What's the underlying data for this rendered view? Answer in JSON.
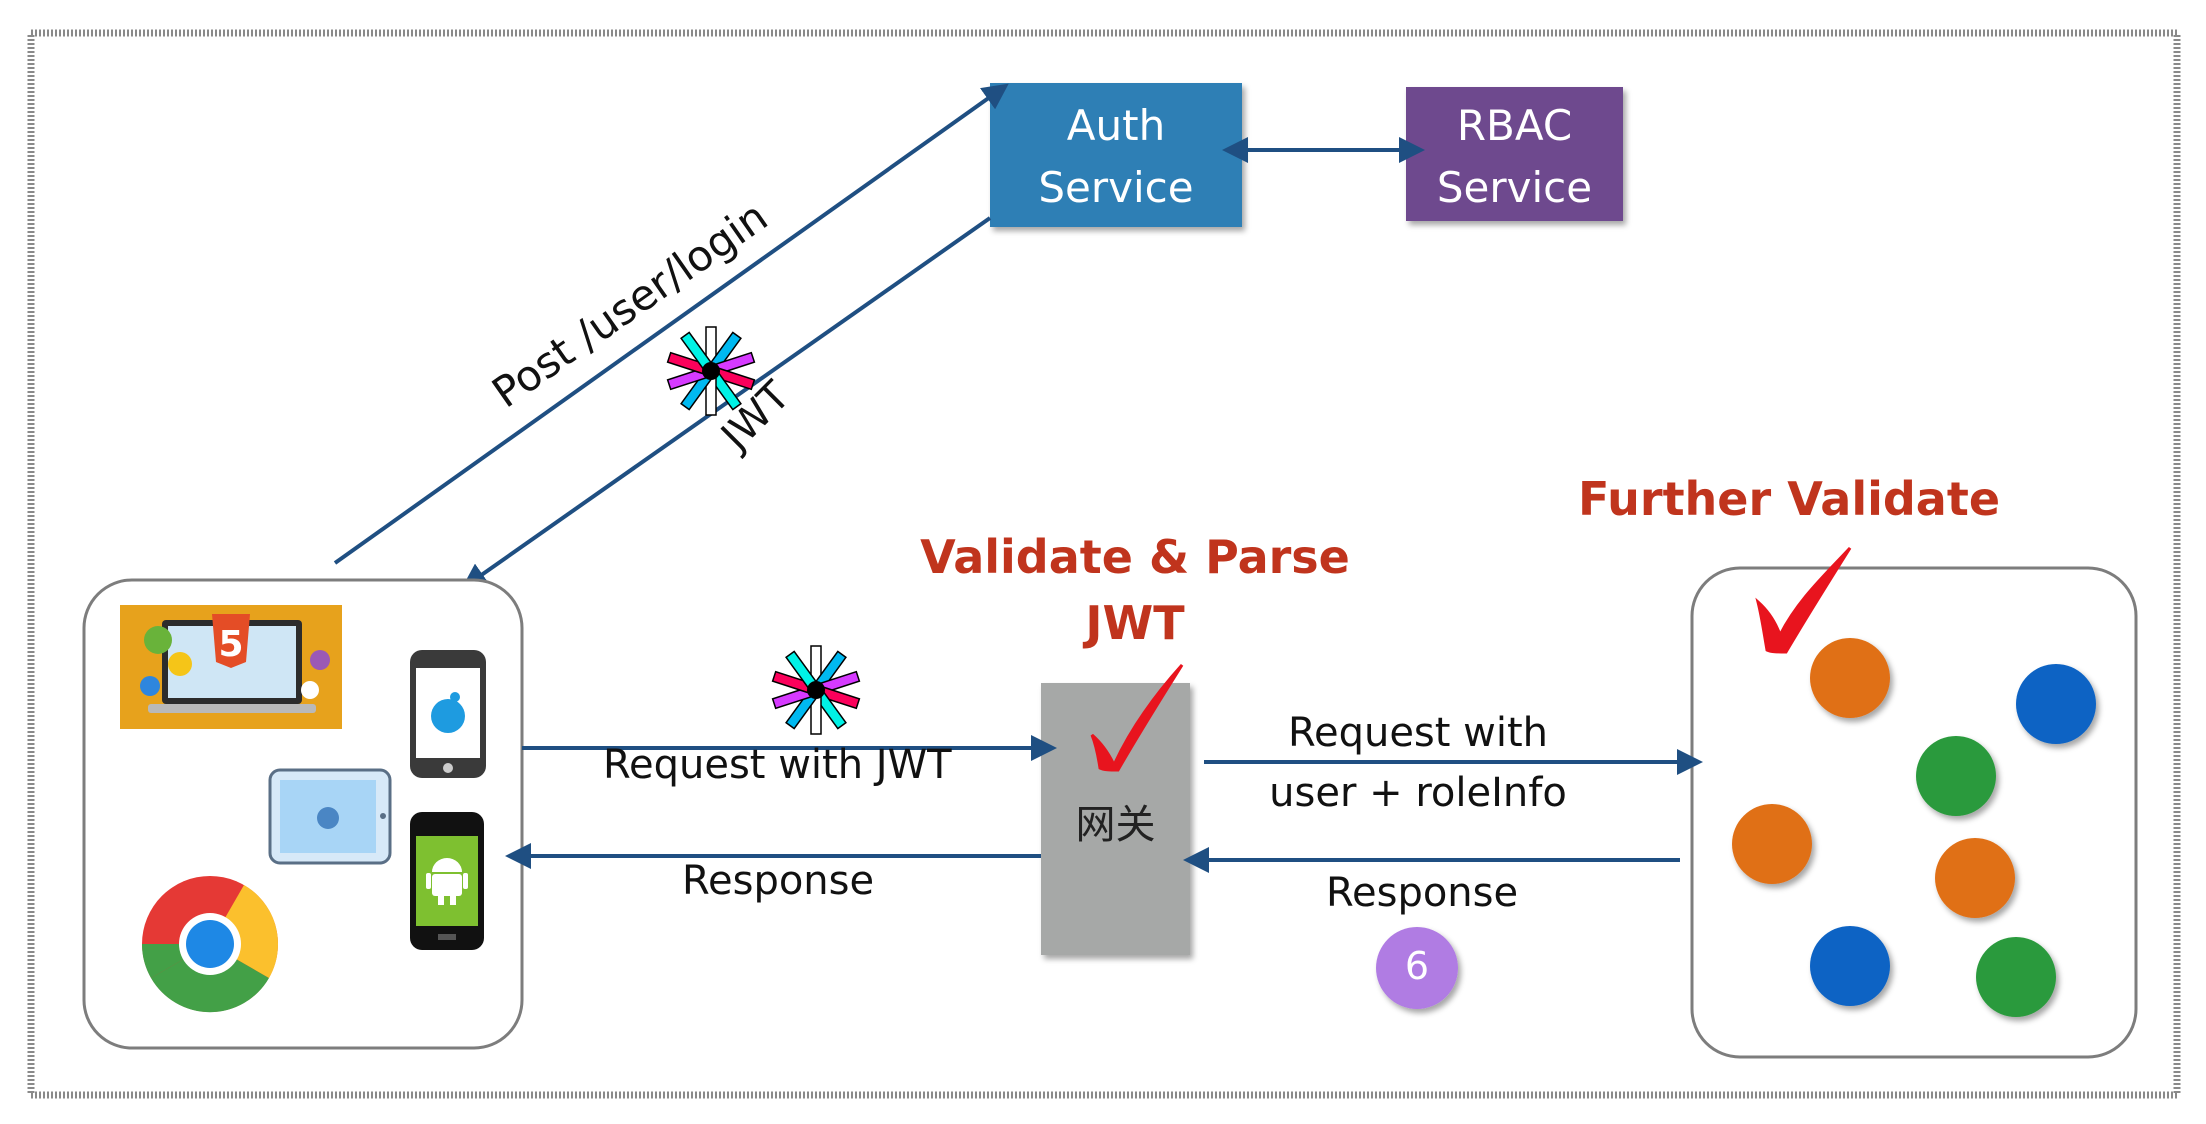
{
  "auth_service": {
    "line1": "Auth",
    "line2": "Service"
  },
  "rbac_service": {
    "line1": "RBAC",
    "line2": "Service"
  },
  "labels": {
    "login": "Post /user/login",
    "jwt": "JWT",
    "request_with_jwt": "Request with JWT",
    "response_left": "Response",
    "request_with_line1": "Request with",
    "request_with_line2": "user + roleInfo",
    "response_right": "Response",
    "step_number": "6"
  },
  "gateway": {
    "label": "网关"
  },
  "validate_title": {
    "line1": "Validate & Parse",
    "line2": "JWT"
  },
  "further_validate": "Further Validate",
  "colors": {
    "auth": "#2f7fb5",
    "rbac": "#6e4a8e",
    "arrow": "#1f4f82",
    "gateway": "#a6a8a7",
    "red_text": "#c0341d",
    "check": "#e8141e",
    "step_badge": "#b07be3",
    "dot_orange": "#e07018",
    "dot_blue": "#0b63c4",
    "dot_green": "#2a9a3c"
  },
  "icons": [
    "html5-laptop-icon",
    "iphone-apple-icon",
    "ipad-apple-icon",
    "android-phone-icon",
    "chrome-icon",
    "jwt-logo-icon",
    "checkmark-icon"
  ]
}
